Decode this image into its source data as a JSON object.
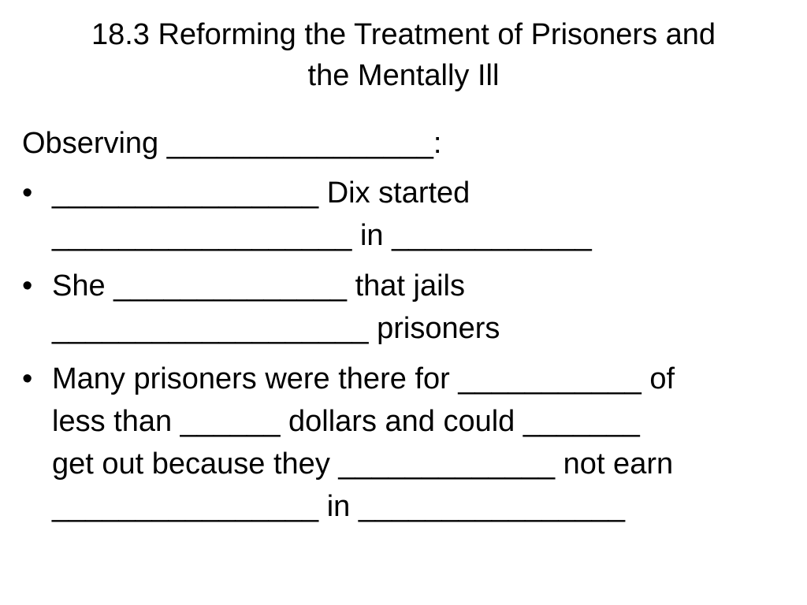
{
  "slide": {
    "title_line1": "18.3 Reforming the Treatment of Prisoners and",
    "title_line2": "the Mentally Ill",
    "heading": "Observing ________________:",
    "bullet_symbol": "•",
    "bullets": [
      {
        "lines": [
          "________________ Dix started",
          "__________________ in ____________"
        ]
      },
      {
        "lines": [
          "She ______________ that jails",
          "___________________ prisoners"
        ]
      },
      {
        "lines": [
          "Many prisoners were there for ___________ of",
          "less than ______ dollars and could _______",
          "get out because they _____________ not earn",
          "________________ in ________________"
        ]
      }
    ]
  }
}
